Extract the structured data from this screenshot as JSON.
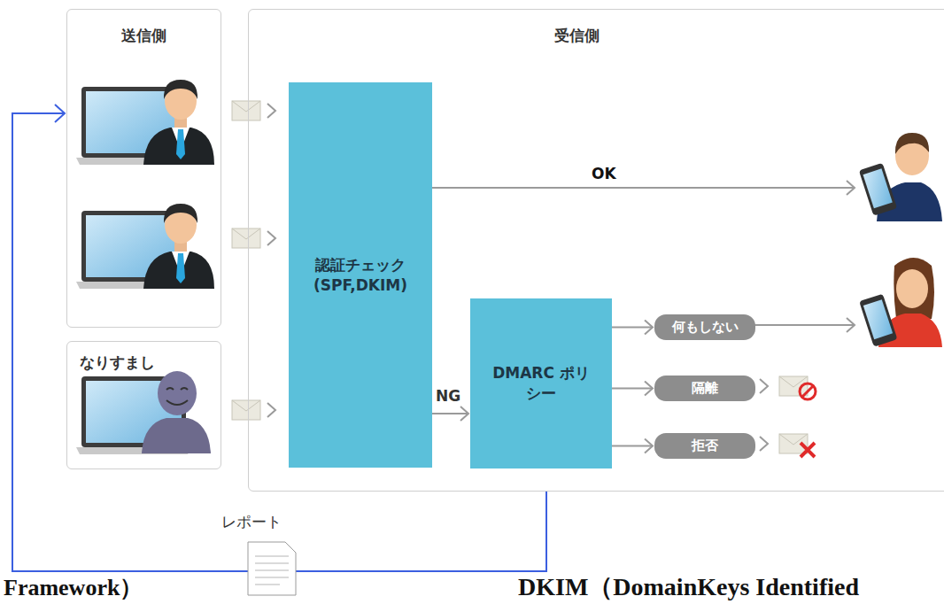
{
  "diagram": {
    "nodes": [
      {
        "text": [
          "送信側"
        ]
      },
      {
        "text": [
          "なりすまし"
        ]
      },
      {
        "text": [
          "受信側"
        ]
      },
      {
        "text": [
          "認証チェック (SPF,DKIM)"
        ],
        "in": 2
      },
      {
        "text": [
          "DMARC ポリシー"
        ],
        "in": 2
      },
      {
        "text": [
          "何もしない"
        ],
        "in": 2
      },
      {
        "text": [
          "隔離"
        ],
        "in": 2
      },
      {
        "text": [
          "拒否"
        ],
        "in": 2
      }
    ],
    "edges": [
      {
        "from": 3,
        "to": 4,
        "arrow": "to",
        "label": "NG"
      },
      {
        "from": 4,
        "to": 5,
        "arrow": "to"
      },
      {
        "from": 4,
        "to": 6,
        "arrow": "to"
      },
      {
        "from": 4,
        "to": 7,
        "arrow": "to"
      },
      {
        "from": 2,
        "to": 0,
        "arrow": "to",
        "label": "レポート"
      }
    ],
    "labels": [
      "OK",
      "Framework）",
      "DKIM（DomainKeys Identified"
    ]
  }
}
